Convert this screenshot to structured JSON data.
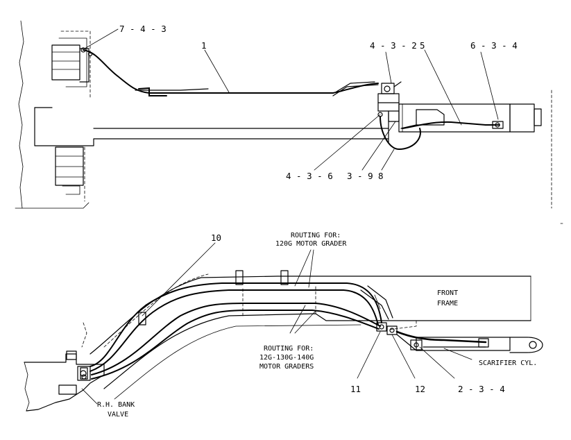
{
  "callouts": {
    "c1": "1",
    "c5": "5",
    "c7_4_3": "7 - 4 - 3",
    "c4_3_2": "4 - 3 - 2",
    "c6_3_4": "6 - 3 - 4",
    "c4_3_6": "4 - 3 - 6",
    "c3_9": "3 - 9",
    "c8": "8",
    "c10": "10",
    "c11": "11",
    "c12": "12",
    "c2_3_4": "2 - 3 - 4"
  },
  "notes": {
    "routing_120g_line1": "ROUTING FOR:",
    "routing_120g_line2": "120G MOTOR GRADER",
    "routing_12g_line1": "ROUTING FOR:",
    "routing_12g_line2": "12G-130G-140G",
    "routing_12g_line3": "MOTOR GRADERS",
    "front_frame_line1": "FRONT",
    "front_frame_line2": "FRAME",
    "scarifier": "SCARIFIER CYL.",
    "rh_bank_line1": "R.H. BANK",
    "rh_bank_line2": "VALVE"
  }
}
